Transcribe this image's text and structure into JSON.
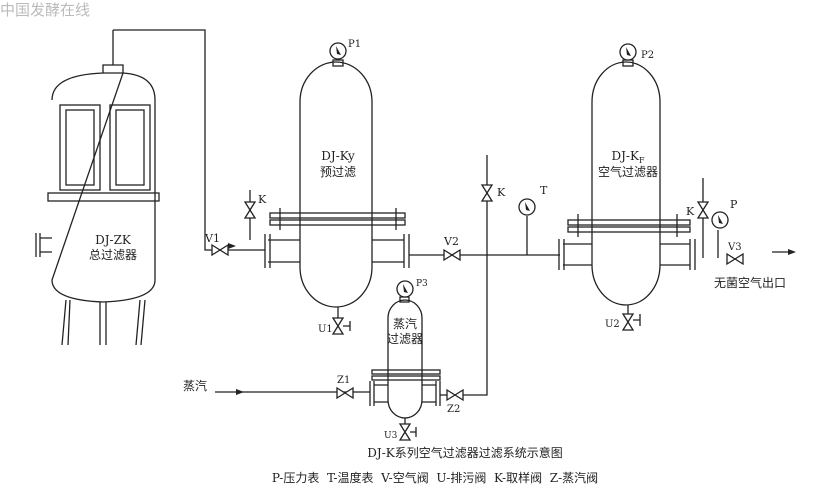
{
  "watermark": "中国发酵在线",
  "main_filter": {
    "model": "DJ-ZK",
    "name": "总过滤器"
  },
  "pre_filter": {
    "model": "DJ-Ky",
    "name": "预过滤",
    "gauge": "P1",
    "drain": "U1"
  },
  "air_filter": {
    "model": "DJ-K",
    "model_sub": "F",
    "name": "空气过滤器",
    "gauge": "P2",
    "drain": "U2"
  },
  "steam_filter": {
    "name_line1": "蒸汽",
    "name_line2": "过滤器",
    "gauge": "P3",
    "drain": "U3"
  },
  "valves": {
    "v1": "V1",
    "v2": "V2",
    "v3": "V3",
    "k1": "K",
    "k2": "K",
    "k3": "K",
    "z1": "Z1",
    "z2": "Z2"
  },
  "instruments": {
    "thermometer": "T",
    "outlet_gauge": "P"
  },
  "steam_inlet": "蒸汽",
  "outlet": "无菌空气出口",
  "caption": "DJ-K系列空气过滤器过滤系统示意图",
  "legend": "P-压力表  T-温度表  V-空气阀  U-排污阀  K-取样阀  Z-蒸汽阀"
}
